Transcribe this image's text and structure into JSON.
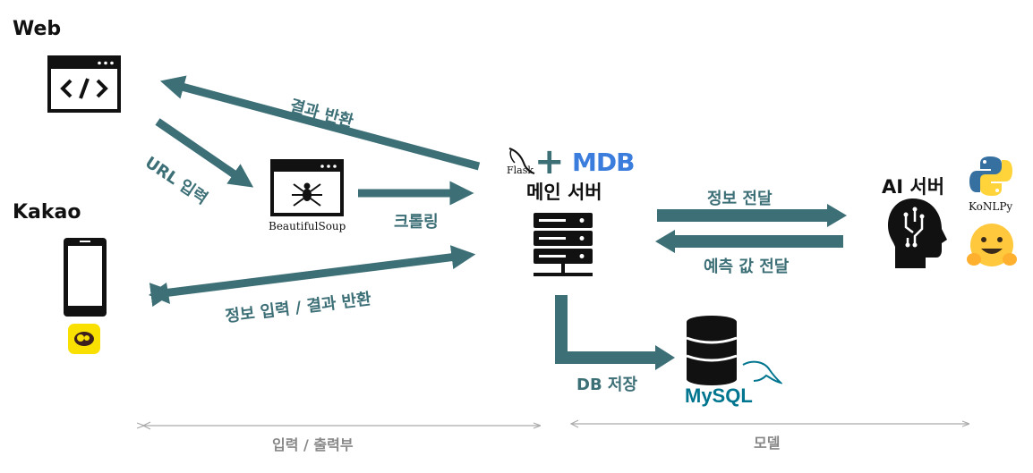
{
  "sources": {
    "web_label": "Web",
    "kakao_label": "Kakao"
  },
  "crawler": {
    "logo_text": "BeautifulSoup"
  },
  "main_server": {
    "title": "메인 서버",
    "flask_text": "Flask",
    "mdb_text": "MDB"
  },
  "ai_server": {
    "title": "AI 서버",
    "konlpy_text": "KoNLPy"
  },
  "database": {
    "mysql_text": "MySQL"
  },
  "arrows": {
    "result_return": "결과 반환",
    "url_input": "URL 입력",
    "crawling": "크롤링",
    "info_input_result": "정보 입력 / 결과 반환",
    "info_deliver": "정보 전달",
    "prediction_deliver": "예측 값 전달",
    "db_store": "DB 저장"
  },
  "sections": {
    "io_section": "입력 / 출력부",
    "model_section": "모델"
  },
  "colors": {
    "arrow": "#3d6f77",
    "icon": "#111111",
    "kakao_yellow": "#f9e000",
    "python_blue": "#3670a0",
    "python_yellow": "#ffd43b",
    "mysql_blue": "#00758f",
    "mysql_orange": "#f29111",
    "mdb_blue": "#3b7ddd",
    "hug_yellow": "#ffc83d",
    "section_line": "#aaaaaa"
  }
}
